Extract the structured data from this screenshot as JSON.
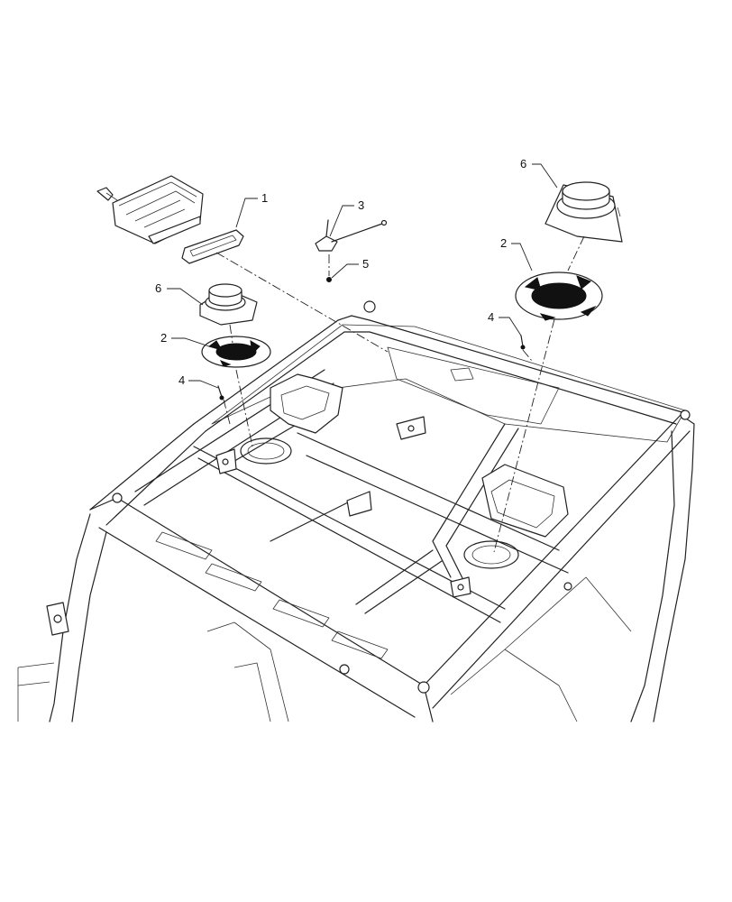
{
  "diagram": {
    "callouts": [
      {
        "id": "c1",
        "text": "1"
      },
      {
        "id": "c2a",
        "text": "2"
      },
      {
        "id": "c2b",
        "text": "2"
      },
      {
        "id": "c3",
        "text": "3"
      },
      {
        "id": "c4a",
        "text": "4"
      },
      {
        "id": "c4b",
        "text": "4"
      },
      {
        "id": "c5",
        "text": "5"
      },
      {
        "id": "c6a",
        "text": "6"
      },
      {
        "id": "c6b",
        "text": "6"
      }
    ]
  }
}
